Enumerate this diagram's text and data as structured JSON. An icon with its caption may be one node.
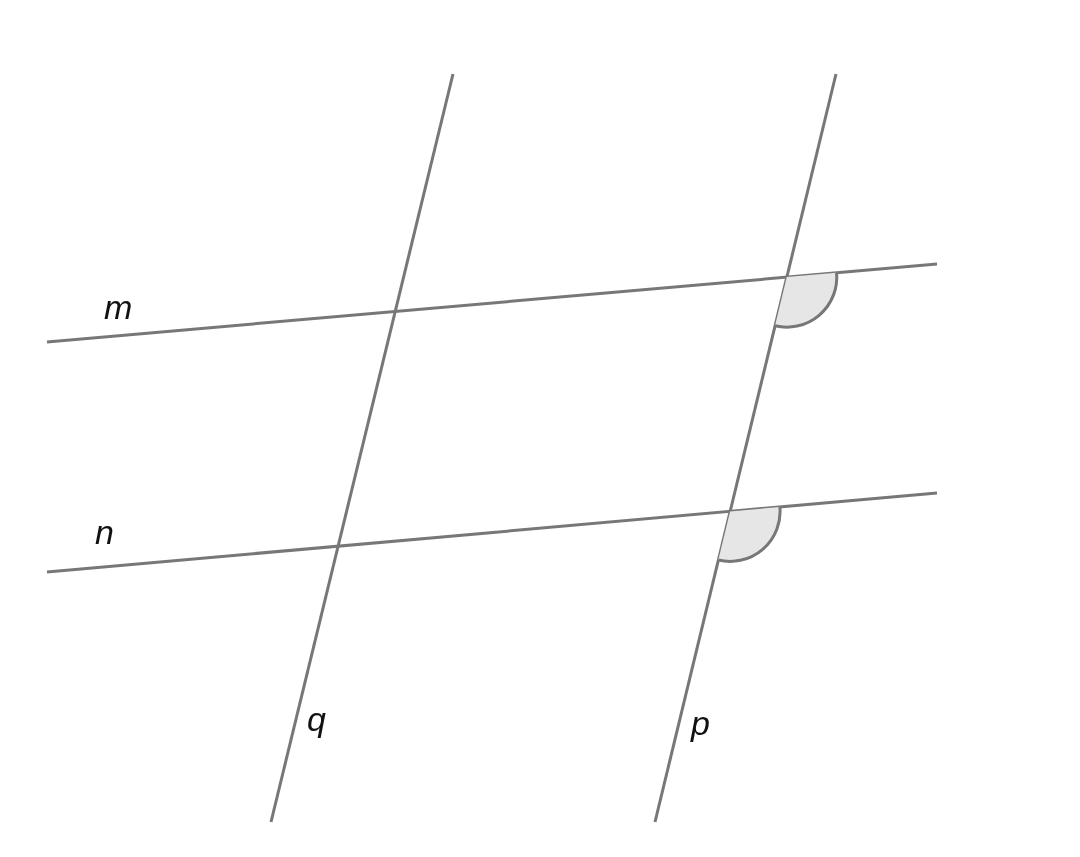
{
  "diagram": {
    "labels": [
      "m",
      "n",
      "q",
      "p"
    ]
  }
}
